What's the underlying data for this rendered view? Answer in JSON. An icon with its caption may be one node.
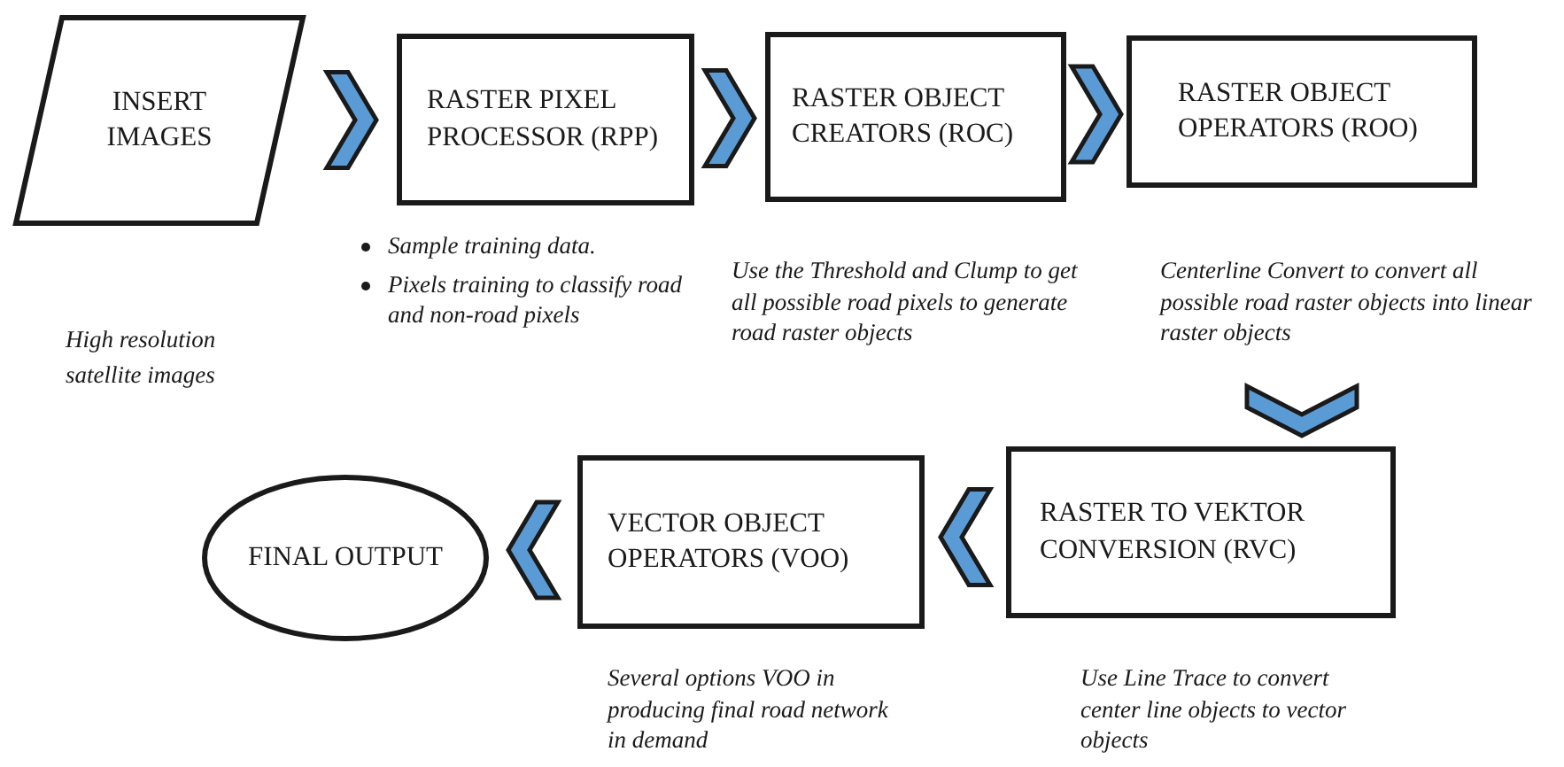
{
  "diagram": {
    "nodes": [
      {
        "text": [
          "INSERT IMAGES"
        ]
      },
      {
        "text": [
          "RASTER PIXEL PROCESSOR (RPP)"
        ],
        "beside": [
          "Sample training data.",
          "Pixels training to classify road and non-road pixels"
        ]
      },
      {
        "text": [
          "RASTER OBJECT CREATORS (ROC)"
        ],
        "beside": [
          "Use the Threshold and Clump to get all possible road pixels to generate road raster objects"
        ]
      },
      {
        "text": [
          "RASTER OBJECT OPERATORS (ROO)"
        ],
        "beside": [
          "Centerline Convert to convert all possible road raster objects into linear raster objects"
        ]
      },
      {
        "text": [
          "RASTER TO VEKTOR CONVERSION (RVC)"
        ],
        "beside": [
          "Use Line Trace to convert center line objects to vector objects"
        ]
      },
      {
        "text": [
          "VECTOR OBJECT OPERATORS (VOO)"
        ],
        "beside": [
          "Several options VOO in producing final road network in demand"
        ]
      },
      {
        "text": [
          "FINAL OUTPUT"
        ]
      }
    ],
    "edges": [
      {
        "from": 0,
        "to": 1,
        "arrow": "to"
      },
      {
        "from": 1,
        "to": 2,
        "arrow": "to"
      },
      {
        "from": 2,
        "to": 3,
        "arrow": "to"
      },
      {
        "from": 3,
        "to": 4,
        "arrow": "to"
      },
      {
        "from": 4,
        "to": 5,
        "arrow": "to"
      },
      {
        "from": 5,
        "to": 6,
        "arrow": "to"
      }
    ],
    "labels": [
      "High resolution satellite images"
    ]
  }
}
